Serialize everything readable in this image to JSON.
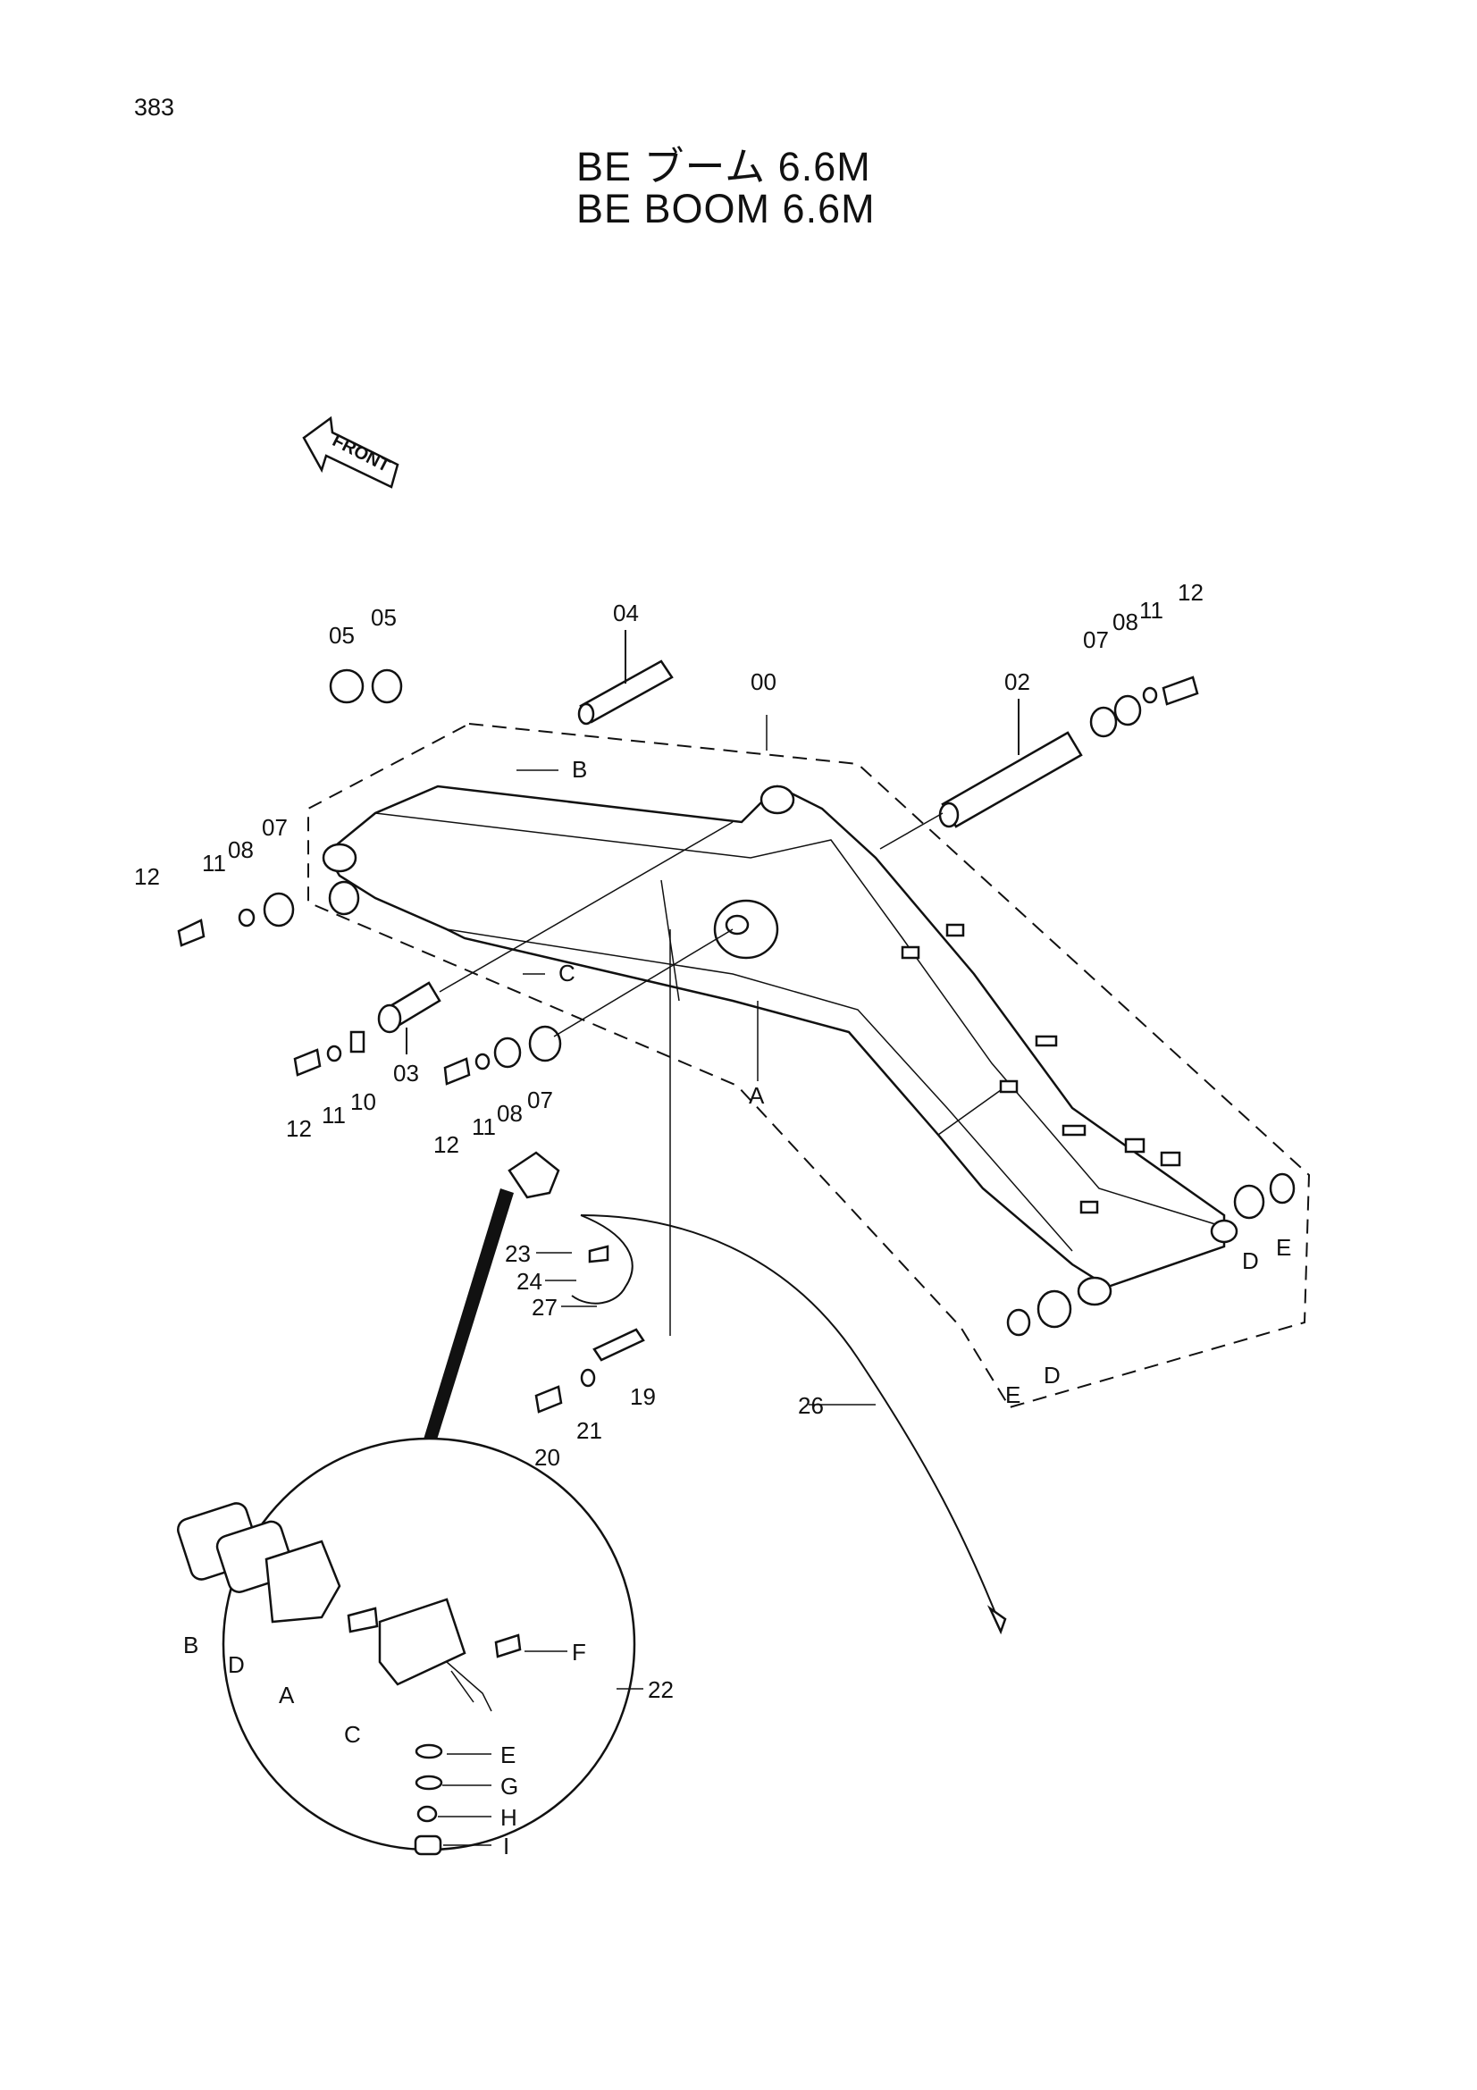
{
  "page_number": "383",
  "title_jp": "BE ブーム 6.6M",
  "title_en": "BE BOOM 6.6M",
  "front_label": "FRONT",
  "parts": {
    "p00": "00",
    "p02": "02",
    "p03": "03",
    "p04": "04",
    "p05": "05",
    "p07": "07",
    "p08": "08",
    "p10": "10",
    "p11": "11",
    "p12": "12",
    "p19": "19",
    "p20": "20",
    "p21": "21",
    "p22": "22",
    "p23": "23",
    "p24": "24",
    "p26": "26",
    "p27": "27"
  },
  "refs": {
    "A": "A",
    "B": "B",
    "C": "C",
    "D": "D",
    "E": "E",
    "F": "F",
    "G": "G",
    "H": "H",
    "I": "I"
  }
}
